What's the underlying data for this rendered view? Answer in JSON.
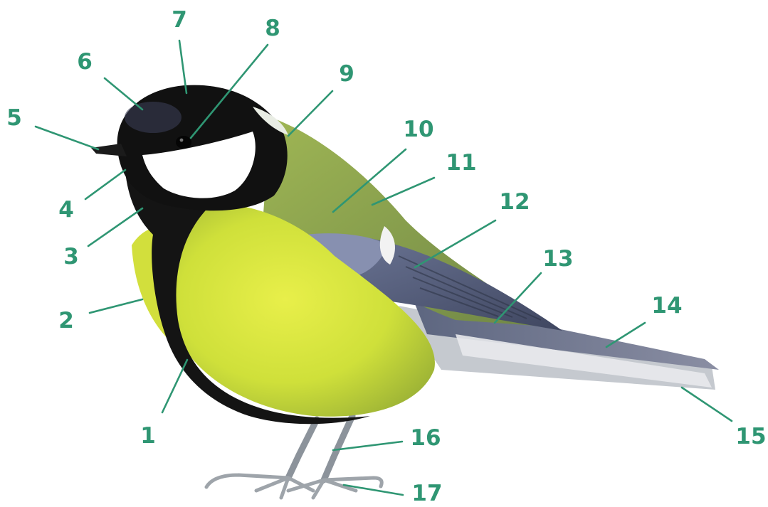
{
  "diagram": {
    "label_color": "#2f9673",
    "callouts": [
      {
        "id": "c1",
        "number": "1"
      },
      {
        "id": "c2",
        "number": "2"
      },
      {
        "id": "c3",
        "number": "3"
      },
      {
        "id": "c4",
        "number": "4"
      },
      {
        "id": "c5",
        "number": "5"
      },
      {
        "id": "c6",
        "number": "6"
      },
      {
        "id": "c7",
        "number": "7"
      },
      {
        "id": "c8",
        "number": "8"
      },
      {
        "id": "c9",
        "number": "9"
      },
      {
        "id": "c10",
        "number": "10"
      },
      {
        "id": "c11",
        "number": "11"
      },
      {
        "id": "c12",
        "number": "12"
      },
      {
        "id": "c13",
        "number": "13"
      },
      {
        "id": "c14",
        "number": "14"
      },
      {
        "id": "c15",
        "number": "15"
      },
      {
        "id": "c16",
        "number": "16"
      },
      {
        "id": "c17",
        "number": "17"
      }
    ]
  }
}
